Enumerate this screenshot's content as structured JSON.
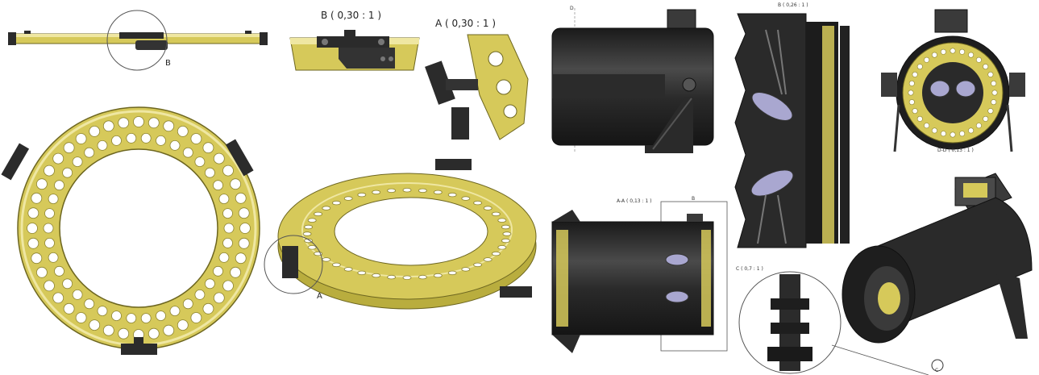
{
  "sheet_left": {
    "view_b_label": "B ( 0,30 : 1 )",
    "view_a_label": "A ( 0,30 : 1 )",
    "callout_b": "B",
    "callout_a": "A"
  },
  "sheet_right": {
    "section_b_label": "B ( 0,26 : 1 )",
    "section_d_marker": "D",
    "section_dd_label": "D-D ( 0,13 : 1 )",
    "section_aa_label": "A-A ( 0,13 : 1 )",
    "section_aa_callout": "B",
    "detail_c_label": "C ( 0,7 : 1 )",
    "callout_c": "C"
  },
  "colors": {
    "ring_fill": "#d8cc58",
    "ring_light": "#efe7a2",
    "ring_edge": "#6d6620",
    "bracket": "#2b2b2b",
    "drum_dark": "#1e1e1e",
    "drum_mid": "#3a3a3a",
    "drum_light": "#5a5a5a",
    "lens": "#a9a7d0"
  }
}
